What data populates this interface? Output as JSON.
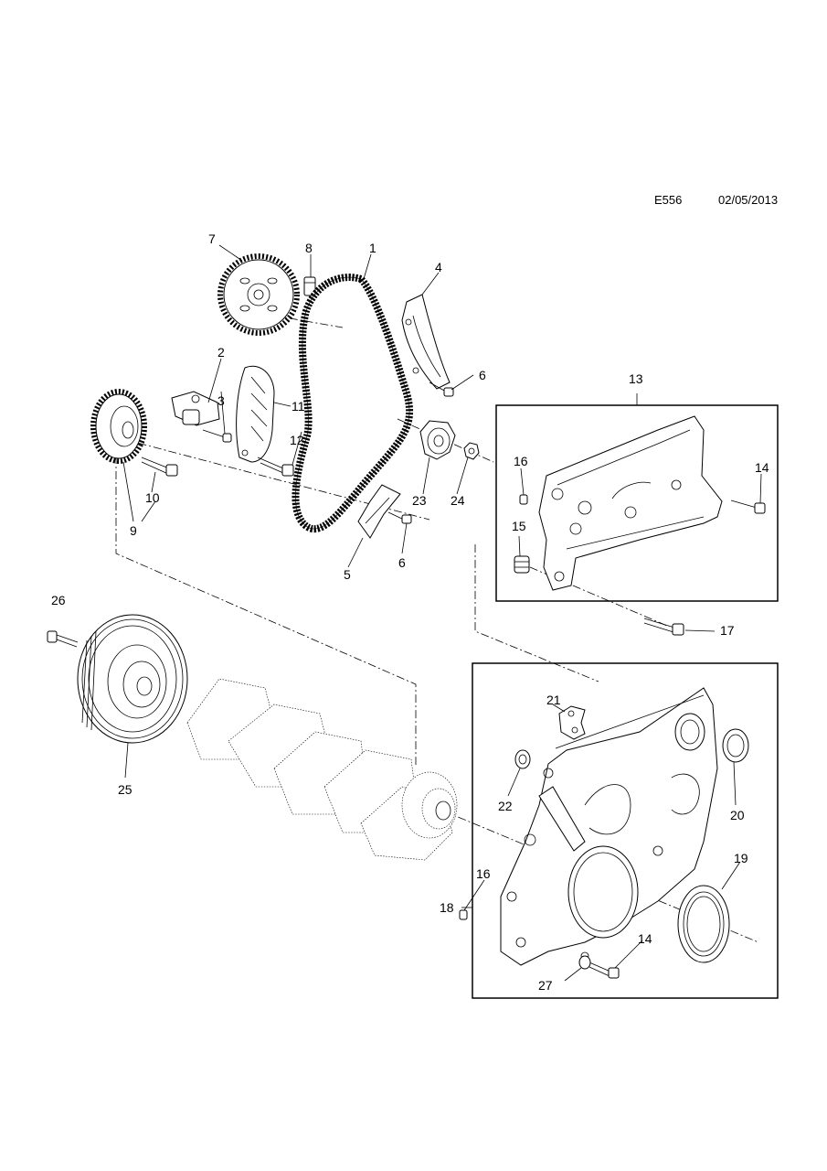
{
  "header": {
    "code": "E556",
    "date": "02/05/2013"
  },
  "callouts": {
    "c1": "1",
    "c2": "2",
    "c3": "3",
    "c4": "4",
    "c5": "5",
    "c6a": "6",
    "c6b": "6",
    "c7": "7",
    "c8": "8",
    "c9": "9",
    "c10": "10",
    "c11": "11",
    "c12": "12",
    "c13": "13",
    "c14a": "14",
    "c14b": "14",
    "c15": "15",
    "c16a": "16",
    "c16b": "16",
    "c17": "17",
    "c18": "18",
    "c19": "19",
    "c20": "20",
    "c21": "21",
    "c22": "22",
    "c23": "23",
    "c24": "24",
    "c25": "25",
    "c26": "26",
    "c27": "27"
  }
}
